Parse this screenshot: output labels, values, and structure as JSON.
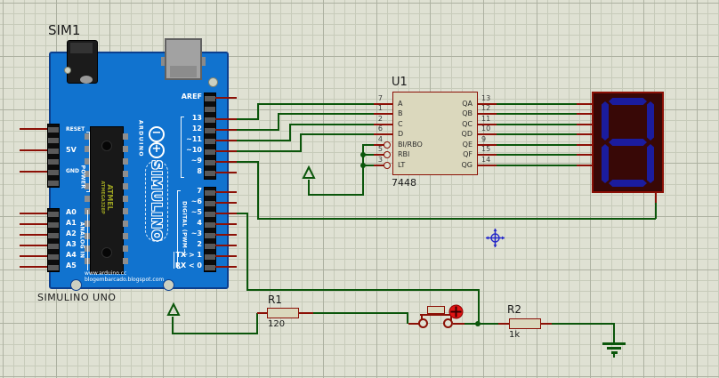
{
  "labels": {
    "sim1": "SIM1",
    "board_caption": "SIMULINO UNO"
  },
  "arduino": {
    "aref": "AREF",
    "digital_top": [
      "13",
      "12",
      "~11",
      "~10",
      "~9",
      "8"
    ],
    "digital_bottom": [
      "7",
      "~6",
      "~5",
      "4",
      "~3",
      "2",
      "TX > 1",
      "RX < 0"
    ],
    "digital_group": "DIGITAL (PWM~)",
    "power_pins": [
      "RESET",
      "5V",
      "GND"
    ],
    "power_group": "POWER",
    "analog_pins": [
      "A0",
      "A1",
      "A2",
      "A3",
      "A4",
      "A5"
    ],
    "analog_group": "ANALOG IN",
    "brand": "ARDUINO",
    "logo_minus": "−",
    "logo_plus": "+",
    "logo_text": "SIMULINO",
    "chip_brand": "ATMEL",
    "chip_model": "ATMEGA328P",
    "url1": "www.arduino.cc",
    "url2": "blogembarcado.blogspot.com"
  },
  "u1": {
    "refdes": "U1",
    "part": "7448",
    "inputs": [
      {
        "num": "7",
        "name": "A"
      },
      {
        "num": "1",
        "name": "B"
      },
      {
        "num": "2",
        "name": "C"
      },
      {
        "num": "6",
        "name": "D"
      },
      {
        "num": "4",
        "name": "BI/RBO"
      },
      {
        "num": "5",
        "name": "RBI"
      },
      {
        "num": "3",
        "name": "LT"
      }
    ],
    "outputs": [
      {
        "num": "13",
        "name": "QA"
      },
      {
        "num": "12",
        "name": "QB"
      },
      {
        "num": "11",
        "name": "QC"
      },
      {
        "num": "10",
        "name": "QD"
      },
      {
        "num": "9",
        "name": "QE"
      },
      {
        "num": "15",
        "name": "QF"
      },
      {
        "num": "14",
        "name": "QG"
      }
    ]
  },
  "resistors": [
    {
      "refdes": "R1",
      "value": "120"
    },
    {
      "refdes": "R2",
      "value": "1k"
    }
  ],
  "colors": {
    "wire_green": "#0b560b",
    "pin_red": "#8b1006",
    "board_blue": "#1173cf",
    "component_fill": "#dbd8bd",
    "display_body": "#380806",
    "segment_blue": "#1b1c9e",
    "button_icon_red": "#e01414",
    "marker_blue": "#2326c9"
  }
}
